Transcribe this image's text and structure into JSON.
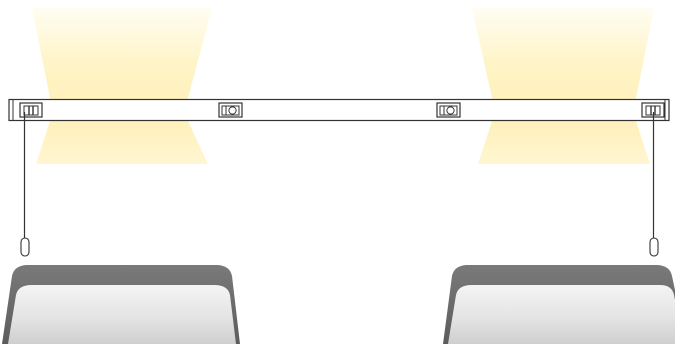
{
  "diagram": {
    "description_items": {
      "light_beam_left": "light-beam",
      "light_beam_right": "light-beam",
      "bar": "luminaire-bar",
      "end_unit_left": "two-panel-module-icon",
      "end_unit_right": "two-panel-module-icon",
      "spot_mid_left": "lens-module-icon",
      "spot_mid_right": "lens-module-icon",
      "cord_left": "suspension-cord",
      "cord_right": "suspension-cord",
      "clip_left": "cord-clip-icon",
      "clip_right": "cord-clip-icon",
      "seat_left": "headrest",
      "seat_right": "headrest"
    },
    "colors": {
      "beam": "#fff3c4",
      "outline": "#333333",
      "seat_top": "#6f6f6f",
      "seat_front_top": "#f2f2f2",
      "seat_front_bottom": "#c9c9c9"
    }
  }
}
